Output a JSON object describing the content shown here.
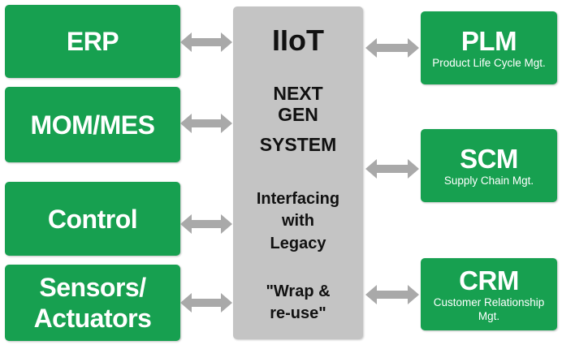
{
  "left_boxes": [
    {
      "label": "ERP"
    },
    {
      "label": "MOM/MES"
    },
    {
      "label": "Control"
    },
    {
      "label_line1": "Sensors/",
      "label_line2": "Actuators"
    }
  ],
  "center": {
    "title": "IIoT",
    "next_gen": [
      "NEXT",
      "GEN",
      "SYSTEM"
    ],
    "interfacing": [
      "Interfacing",
      "with",
      "Legacy"
    ],
    "wrap": [
      "\"Wrap &",
      "re-use\""
    ]
  },
  "right_boxes": [
    {
      "title": "PLM",
      "subtitle": "Product Life Cycle Mgt."
    },
    {
      "title": "SCM",
      "subtitle": "Supply Chain Mgt."
    },
    {
      "title": "CRM",
      "subtitle_line1": "Customer Relationship",
      "subtitle_line2": "Mgt."
    }
  ],
  "colors": {
    "box_green": "#17a050",
    "center_gray": "#c4c4c4",
    "arrow_gray": "#a9a9a9"
  }
}
